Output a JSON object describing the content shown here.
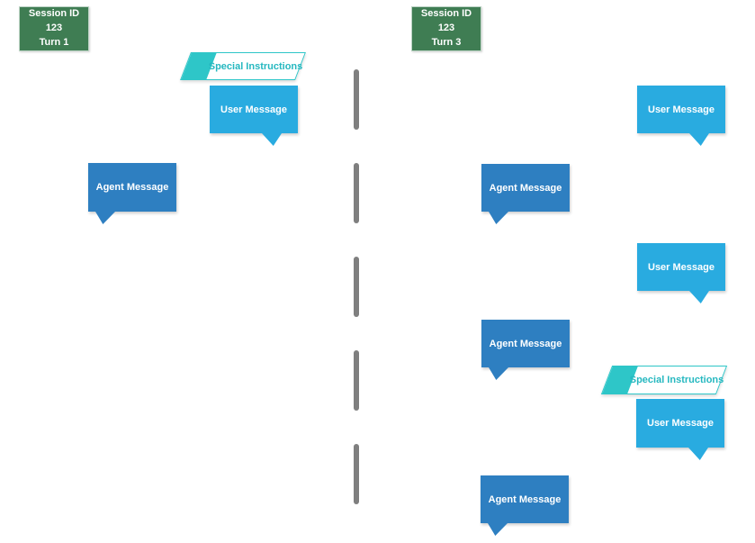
{
  "colors": {
    "session_box_green": "#3F7D53",
    "user_message_blue": "#29ABE0",
    "agent_message_blue": "#2E7FC1",
    "special_instructions_teal": "#2EC6C8",
    "divider_gray": "#7F7F7F"
  },
  "turn1": {
    "header": {
      "session": "Session ID 123",
      "turn": "Turn 1"
    },
    "items": [
      {
        "kind": "special-instructions",
        "label": "Special Instructions"
      },
      {
        "kind": "user-message",
        "label": "User Message"
      },
      {
        "kind": "agent-message",
        "label": "Agent Message"
      }
    ]
  },
  "turn3": {
    "header": {
      "session": "Session ID 123",
      "turn": "Turn 3"
    },
    "items": [
      {
        "kind": "user-message",
        "label": "User Message"
      },
      {
        "kind": "agent-message",
        "label": "Agent Message"
      },
      {
        "kind": "user-message",
        "label": "User Message"
      },
      {
        "kind": "agent-message",
        "label": "Agent Message"
      },
      {
        "kind": "special-instructions",
        "label": "Special Instructions"
      },
      {
        "kind": "user-message",
        "label": "User Message"
      },
      {
        "kind": "agent-message",
        "label": "Agent Message"
      }
    ]
  },
  "divider": {
    "dash_count": 5
  }
}
